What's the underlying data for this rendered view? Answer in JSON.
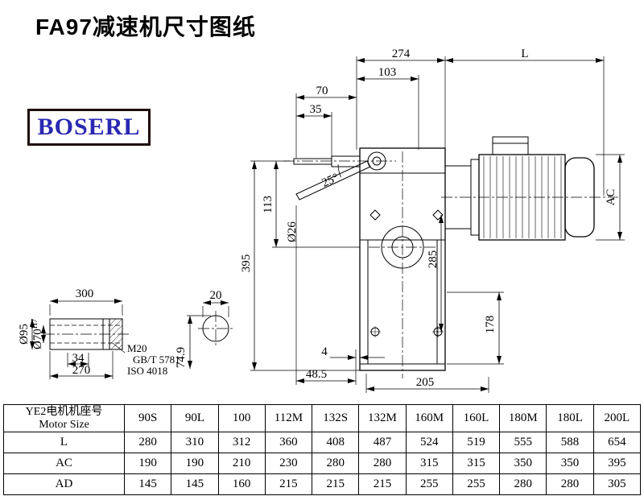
{
  "page": {
    "title": "FA97减速机尺寸图纸"
  },
  "logo": {
    "text": "BOSERL"
  },
  "drawing": {
    "dims": {
      "d274": "274",
      "dL": "L",
      "d103": "103",
      "d70": "70",
      "d35": "35",
      "d25": "25°",
      "d26": "Ø26",
      "d113": "113",
      "d395": "395",
      "d285": "285",
      "dAC": "AC",
      "d178": "178",
      "d4": "4",
      "d48_5": "48.5",
      "d205": "205",
      "d300": "300",
      "d95": "Ø95",
      "d70bore": "Ø70",
      "d70tol": "H7",
      "d34": "34",
      "d270": "270",
      "m20": "M20",
      "gb": "GB/T 5781",
      "iso": "ISO 4018",
      "d74_9": "74.9",
      "d20": "20"
    }
  },
  "table": {
    "col0_line1": "YE2电机机座号",
    "col0_line2": "Motor Size",
    "sizes": [
      "90S",
      "90L",
      "100",
      "112M",
      "132S",
      "132M",
      "160M",
      "160L",
      "180M",
      "180L",
      "200L"
    ],
    "row_L": {
      "label": "L",
      "values": [
        "280",
        "310",
        "312",
        "360",
        "408",
        "487",
        "524",
        "519",
        "555",
        "588",
        "654"
      ]
    },
    "row_AC": {
      "label": "AC",
      "values": [
        "190",
        "190",
        "210",
        "230",
        "280",
        "280",
        "315",
        "315",
        "350",
        "350",
        "395"
      ]
    },
    "row_AD": {
      "label": "AD",
      "values": [
        "145",
        "145",
        "160",
        "215",
        "215",
        "215",
        "255",
        "255",
        "280",
        "280",
        "305"
      ]
    }
  }
}
